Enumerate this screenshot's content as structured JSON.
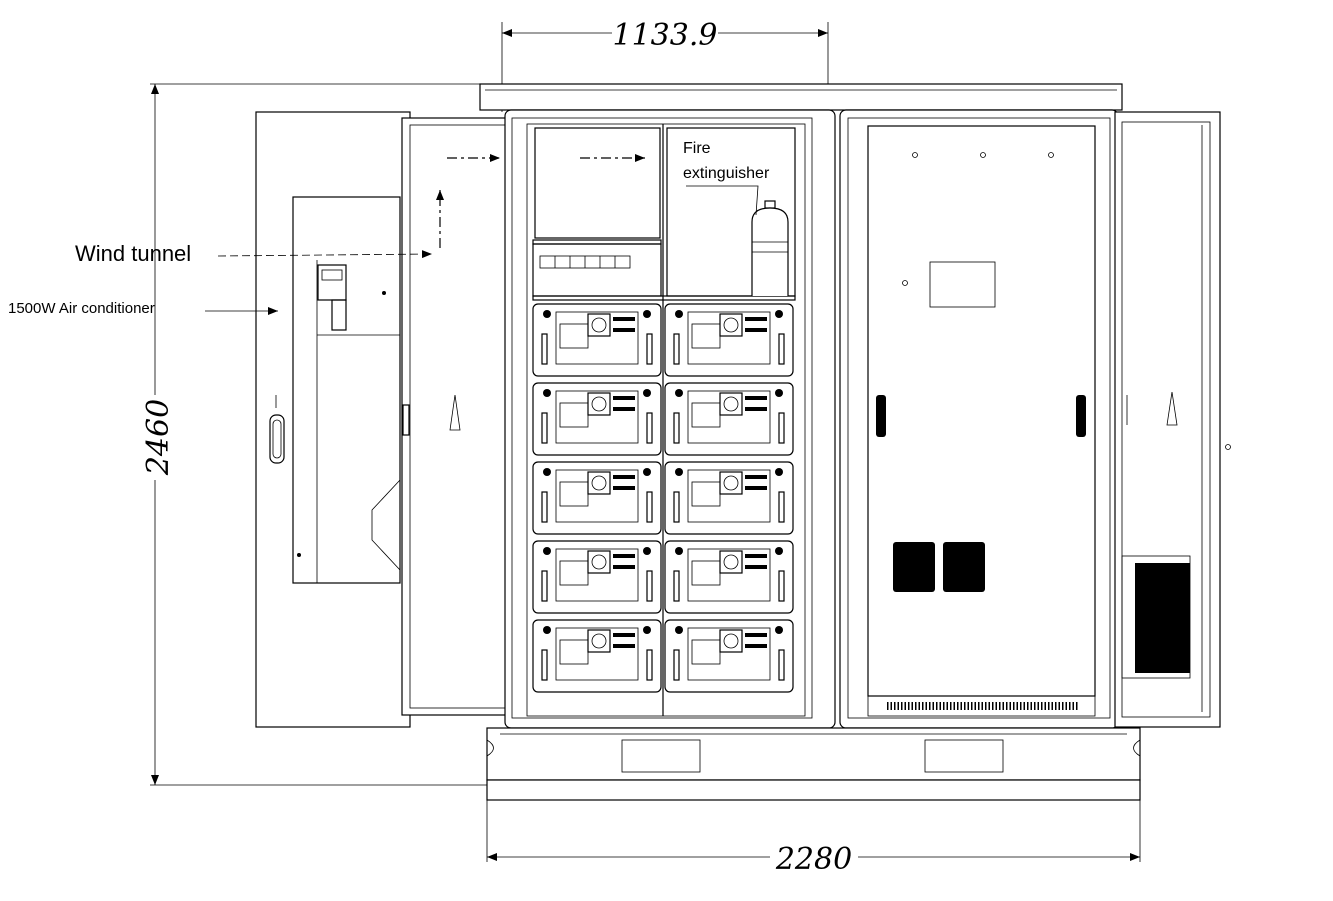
{
  "dimensions": {
    "top_width": "1133.9",
    "height": "2460",
    "total_width": "2280"
  },
  "labels": {
    "wind_tunnel": "Wind tunnel",
    "air_conditioner": "1500W Air conditioner",
    "fire_line1": "Fire",
    "fire_line2": "extinguisher"
  },
  "battery_modules": {
    "rows": 5,
    "columns": 2
  },
  "colors": {
    "line": "#000000",
    "background": "#ffffff"
  }
}
